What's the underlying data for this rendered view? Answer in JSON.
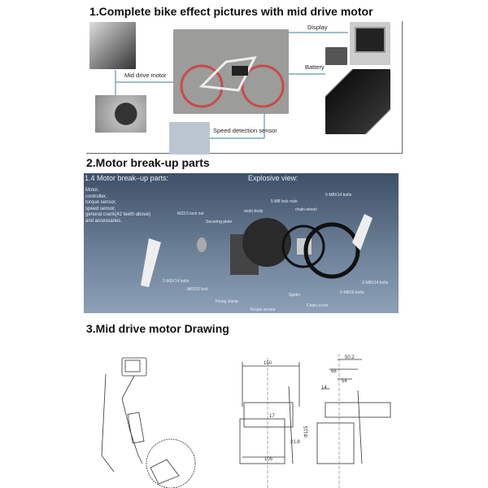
{
  "section1": {
    "title": "1.Complete bike effect pictures with mid drive  motor",
    "labels": {
      "display": "Display",
      "battery": "Battery",
      "motor": "Mid drive motor",
      "sensor": "Speed detection sensor"
    }
  },
  "section2": {
    "title": "2.Motor break-up parts",
    "panel_title": "1.4 Motor break–up parts:",
    "explosive": "Explosive view:",
    "list": [
      "Motor,",
      "controller,",
      "torque sensor,",
      "speed sensor,",
      "general crank(42 teeth above)",
      "and accessaries."
    ],
    "parts": {
      "lock_nut": "M33.5 lock nut",
      "plate": "Securing-plate",
      "body": "moto body",
      "lock_nuts": "5-M8 lock nuts",
      "chain_wheel": "chain-wheel",
      "bolts_m8x14_5": "5-M8X14 bolts",
      "bolts_m5": "2-M5X14 bolts",
      "bolt_m6": "M6X20 bolt",
      "clamp": "Fixing clamp",
      "torque": "Torque sensor",
      "spider": "Spider",
      "cover": "Chain-cover",
      "bolts_m8x6": "5-M8X6 bolts",
      "bolts_m8x14_2": "2-M8X14 bolts"
    }
  },
  "section3": {
    "title": "3.Mid drive motor Drawing",
    "dims": {
      "d150": "150",
      "d502": "50.2",
      "d68": "68",
      "d54": "54",
      "d14": "14",
      "d17": "17",
      "d115": "Φ115",
      "d218": "21.8",
      "d105": "105"
    }
  }
}
